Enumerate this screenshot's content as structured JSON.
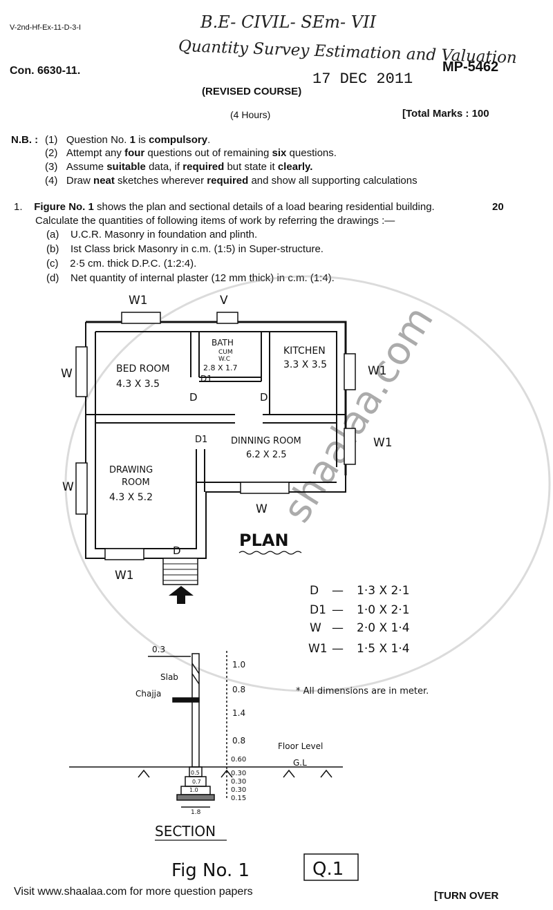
{
  "header": {
    "code": "V-2nd-Hf-Ex-11-D-3-I",
    "handwritten_course": "B.E- CIVIL- SEm- VII",
    "handwritten_subject": "Quantity Survey Estimation and Valuation",
    "con_no": "Con. 6630-11.",
    "paper_code": "MP-5462",
    "date": "17 DEC 2011",
    "revised": "(REVISED COURSE)",
    "duration": "(4 Hours)",
    "total_marks": "[Total Marks : 100"
  },
  "instructions": {
    "label": "N.B. :",
    "items": [
      {
        "num": "(1)",
        "a": "Question No. ",
        "b": "1",
        "c": " is ",
        "d": "compulsory",
        "e": "."
      },
      {
        "num": "(2)",
        "a": "Attempt any ",
        "b": "four",
        "c": " questions out of remaining ",
        "d": "six",
        "e": " questions."
      },
      {
        "num": "(3)",
        "a": "Assume ",
        "b": "suitable",
        "c": " data, if ",
        "d": "required",
        "e": " but state it ",
        "f": "clearly."
      },
      {
        "num": "(4)",
        "a": "Draw ",
        "b": "neat",
        "c": " sketches wherever ",
        "d": "required",
        "e": " and show all supporting calculations"
      }
    ]
  },
  "question1": {
    "num": "1.",
    "lead_bold": "Figure No. 1",
    "lead_rest": " shows the plan and sectional details of a load bearing residential building.",
    "marks": "20",
    "line2": "Calculate the quantities of following items of work by referring the drawings :—",
    "parts": [
      {
        "label": "(a)",
        "text": "U.C.R. Masonry in foundation and plinth."
      },
      {
        "label": "(b)",
        "text": "Ist Class brick Masonry in c.m. (1:5) in Super-structure."
      },
      {
        "label": "(c)",
        "text": "2·5 cm. thick D.P.C. (1:2:4)."
      },
      {
        "label": "(d)",
        "text": "Net quantity of internal plaster (12 mm thick) in c.m. (1:4)."
      }
    ]
  },
  "plan": {
    "title": "PLAN",
    "rooms": [
      {
        "name": "BED ROOM",
        "size": "4.3 X 3.5"
      },
      {
        "name": "BATH",
        "sub": "CUM",
        "sub2": "W.C",
        "size": "2.8 X 1.7"
      },
      {
        "name": "KITCHEN",
        "size": "3.3 X 3.5"
      },
      {
        "name": "DINNING ROOM",
        "size": "6.2 X 2.5"
      },
      {
        "name": "DRAWING",
        "name2": "ROOM",
        "size": "4.3 X 5.2"
      }
    ],
    "openings": {
      "W1": "W1",
      "V": "V",
      "W": "W",
      "D": "D",
      "D1": "D1"
    }
  },
  "schedule": [
    {
      "key": "D",
      "dash": "—",
      "val": "1·3 X 2·1"
    },
    {
      "key": "D1",
      "dash": "—",
      "val": "1·0 X 2·1"
    },
    {
      "key": "W",
      "dash": "—",
      "val": "2·0 X 1·4"
    },
    {
      "key": "W1",
      "dash": "—",
      "val": "1·5 X 1·4"
    }
  ],
  "note": "* All dimensions are in meter.",
  "section": {
    "title": "SECTION",
    "wall": "0.3",
    "slab": "Slab",
    "chajja": "Chajja",
    "floor_level": "Floor Level",
    "gl": "G.L",
    "heights": [
      "1.0",
      "0.8",
      "1.4",
      "0.8",
      "0.60",
      "0.30",
      "0.30",
      "0.30",
      "0.15"
    ],
    "widths": [
      "0.5",
      "0.7",
      "1.0",
      "1.8"
    ]
  },
  "fig_label": "Fig No. 1",
  "q_box": "Q.1",
  "footer": {
    "left": "Visit www.shaalaa.com for more question papers",
    "right": "[TURN OVER"
  },
  "watermark": "shaalaa.com"
}
